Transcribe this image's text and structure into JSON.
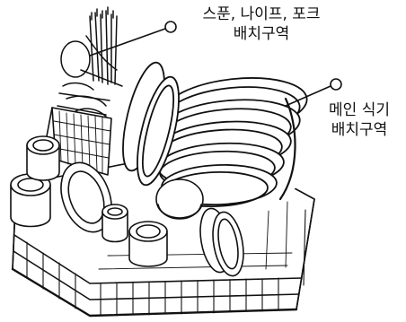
{
  "callouts": {
    "cutlery": {
      "line1": "스푼, 나이프, 포크",
      "line2": "배치구역"
    },
    "main": {
      "line1": "메인 식기",
      "line2": "배치구역"
    }
  },
  "elements": {
    "rack": "dishwasher-lower-basket",
    "cutlery_basket": "cutlery-basket-with-spoons-knives-forks",
    "plates": "stacked-plates-in-rack",
    "cups": "cups-and-bowls"
  },
  "colors": {
    "line": "#111111",
    "background": "#ffffff"
  }
}
